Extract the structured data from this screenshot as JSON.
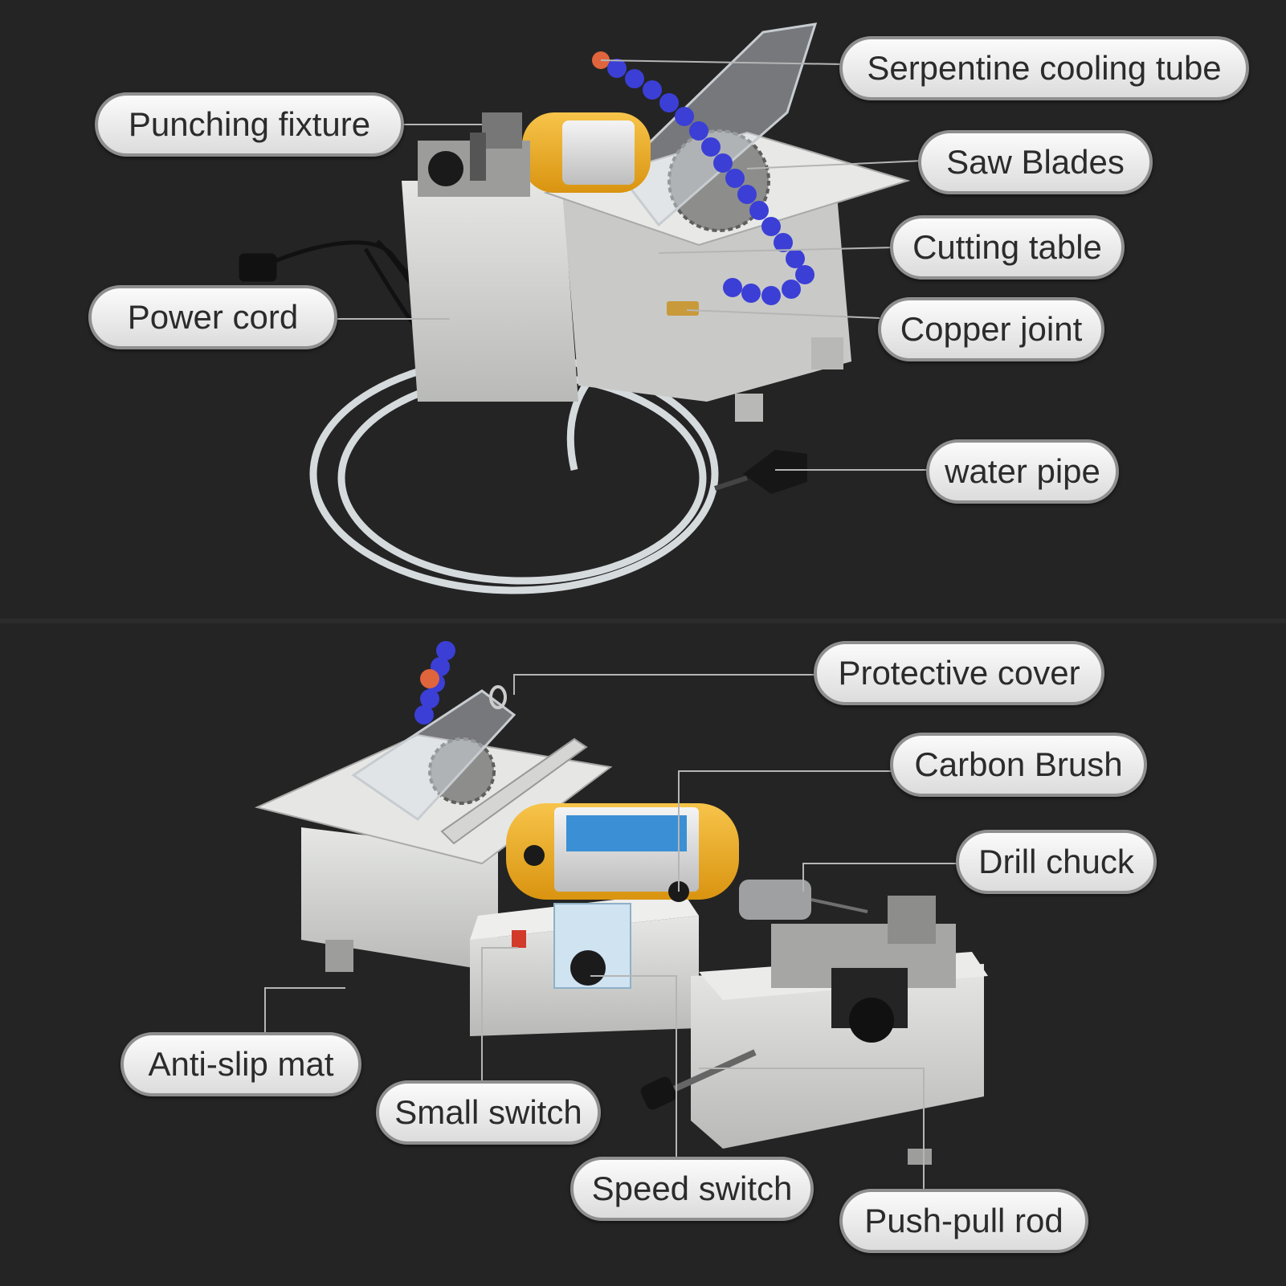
{
  "colors": {
    "background": "#242424",
    "machine_body": "#d7d8d6",
    "motor_housing": "#f2b21c",
    "motor_label": "#3b8fd4",
    "cooling_tube": "#3b3fd6",
    "nozzle_tip": "#e0643c",
    "leader_line": "#b5b5b5",
    "label_fill": "#f2f2f2",
    "label_border": "#8f8f8f",
    "label_text": "#2b2b2b"
  },
  "labels": {
    "serpentine_cooling_tube": "Serpentine cooling tube",
    "punching_fixture": "Punching fixture",
    "saw_blades": "Saw Blades",
    "cutting_table": "Cutting table",
    "power_cord": "Power cord",
    "copper_joint": "Copper joint",
    "water_pipe": "water pipe",
    "protective_cover": "Protective cover",
    "carbon_brush": "Carbon Brush",
    "drill_chuck": "Drill chuck",
    "anti_slip_mat": "Anti-slip mat",
    "small_switch": "Small switch",
    "speed_switch": "Speed switch",
    "push_pull_rod": "Push-pull rod"
  }
}
